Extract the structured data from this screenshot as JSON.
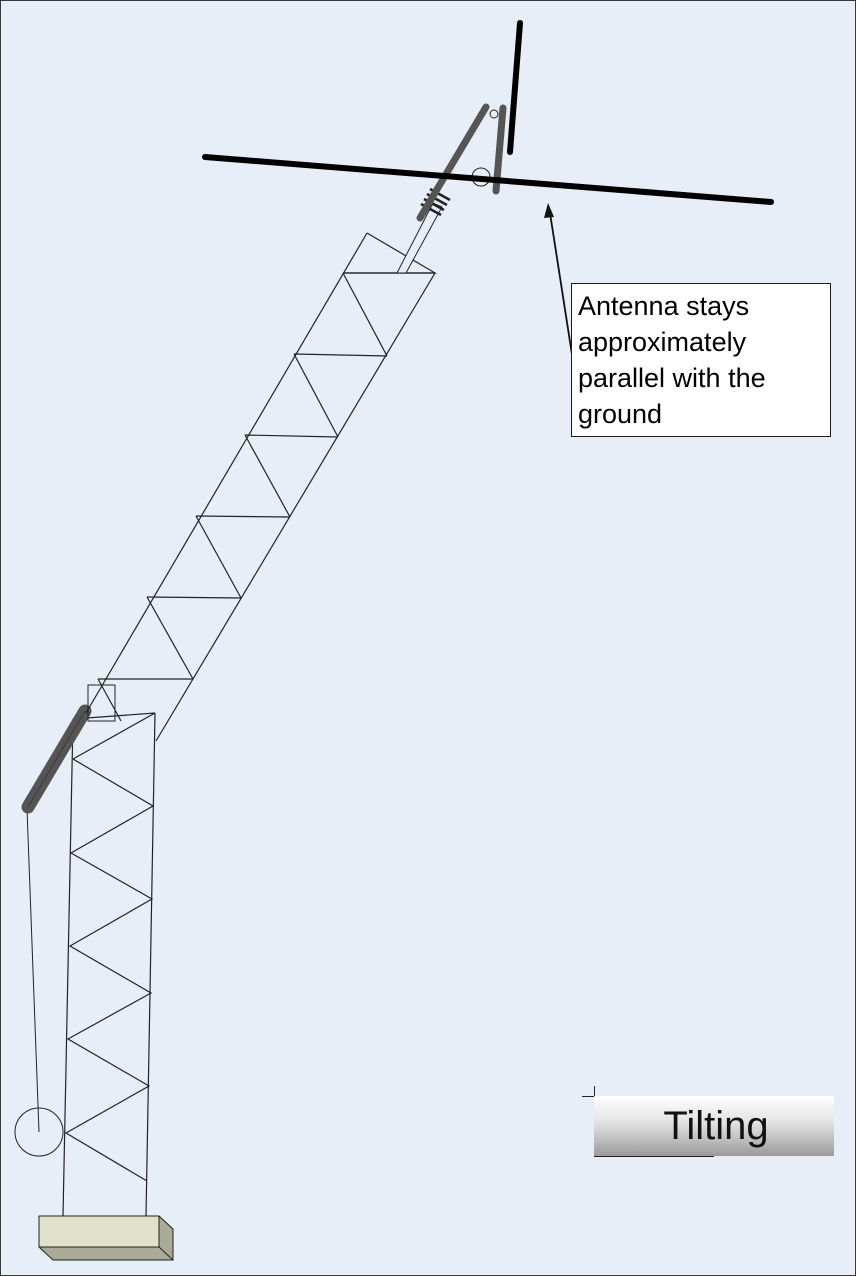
{
  "callout": {
    "lines": [
      "Antenna stays",
      "approximately",
      "parallel with the",
      "ground"
    ]
  },
  "title": "Tilting",
  "colors": {
    "background": "#e8eef7",
    "line": "#1a1a1a",
    "arm": "#555555",
    "base": "#dfe2c8"
  }
}
